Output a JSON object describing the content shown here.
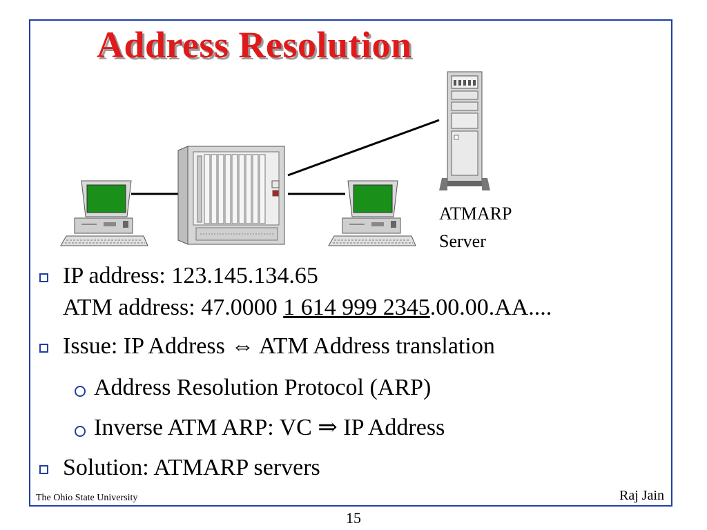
{
  "slide": {
    "title": "Address Resolution",
    "server_label_line1": "ATMARP",
    "server_label_line2": "Server",
    "bullets": {
      "b1_line1": "IP address: 123.145.134.65",
      "b1_line2_prefix": "ATM address: 47.0000 ",
      "b1_line2_underlined": "1 614 999 2345",
      "b1_line2_suffix": ".00.00.AA....",
      "b2": "Issue: IP Address ⇔ ATM Address translation",
      "b2_sub1": "Address Resolution Protocol (ARP)",
      "b2_sub2": "Inverse ATM ARP: VC ⇒ IP Address",
      "b3": "Solution: ATMARP servers"
    },
    "footer_left": "The Ohio State University",
    "footer_right": "Raj Jain",
    "page_number": "15"
  },
  "colors": {
    "title": "#e01a1a",
    "frame": "#1f3ea6",
    "bullet_marker": "#1f3ea6",
    "screen": "#1a8f1a"
  },
  "icons": [
    "computer-icon",
    "atm-switch-icon",
    "server-rack-icon",
    "square-bullet-icon",
    "circle-bullet-icon"
  ]
}
